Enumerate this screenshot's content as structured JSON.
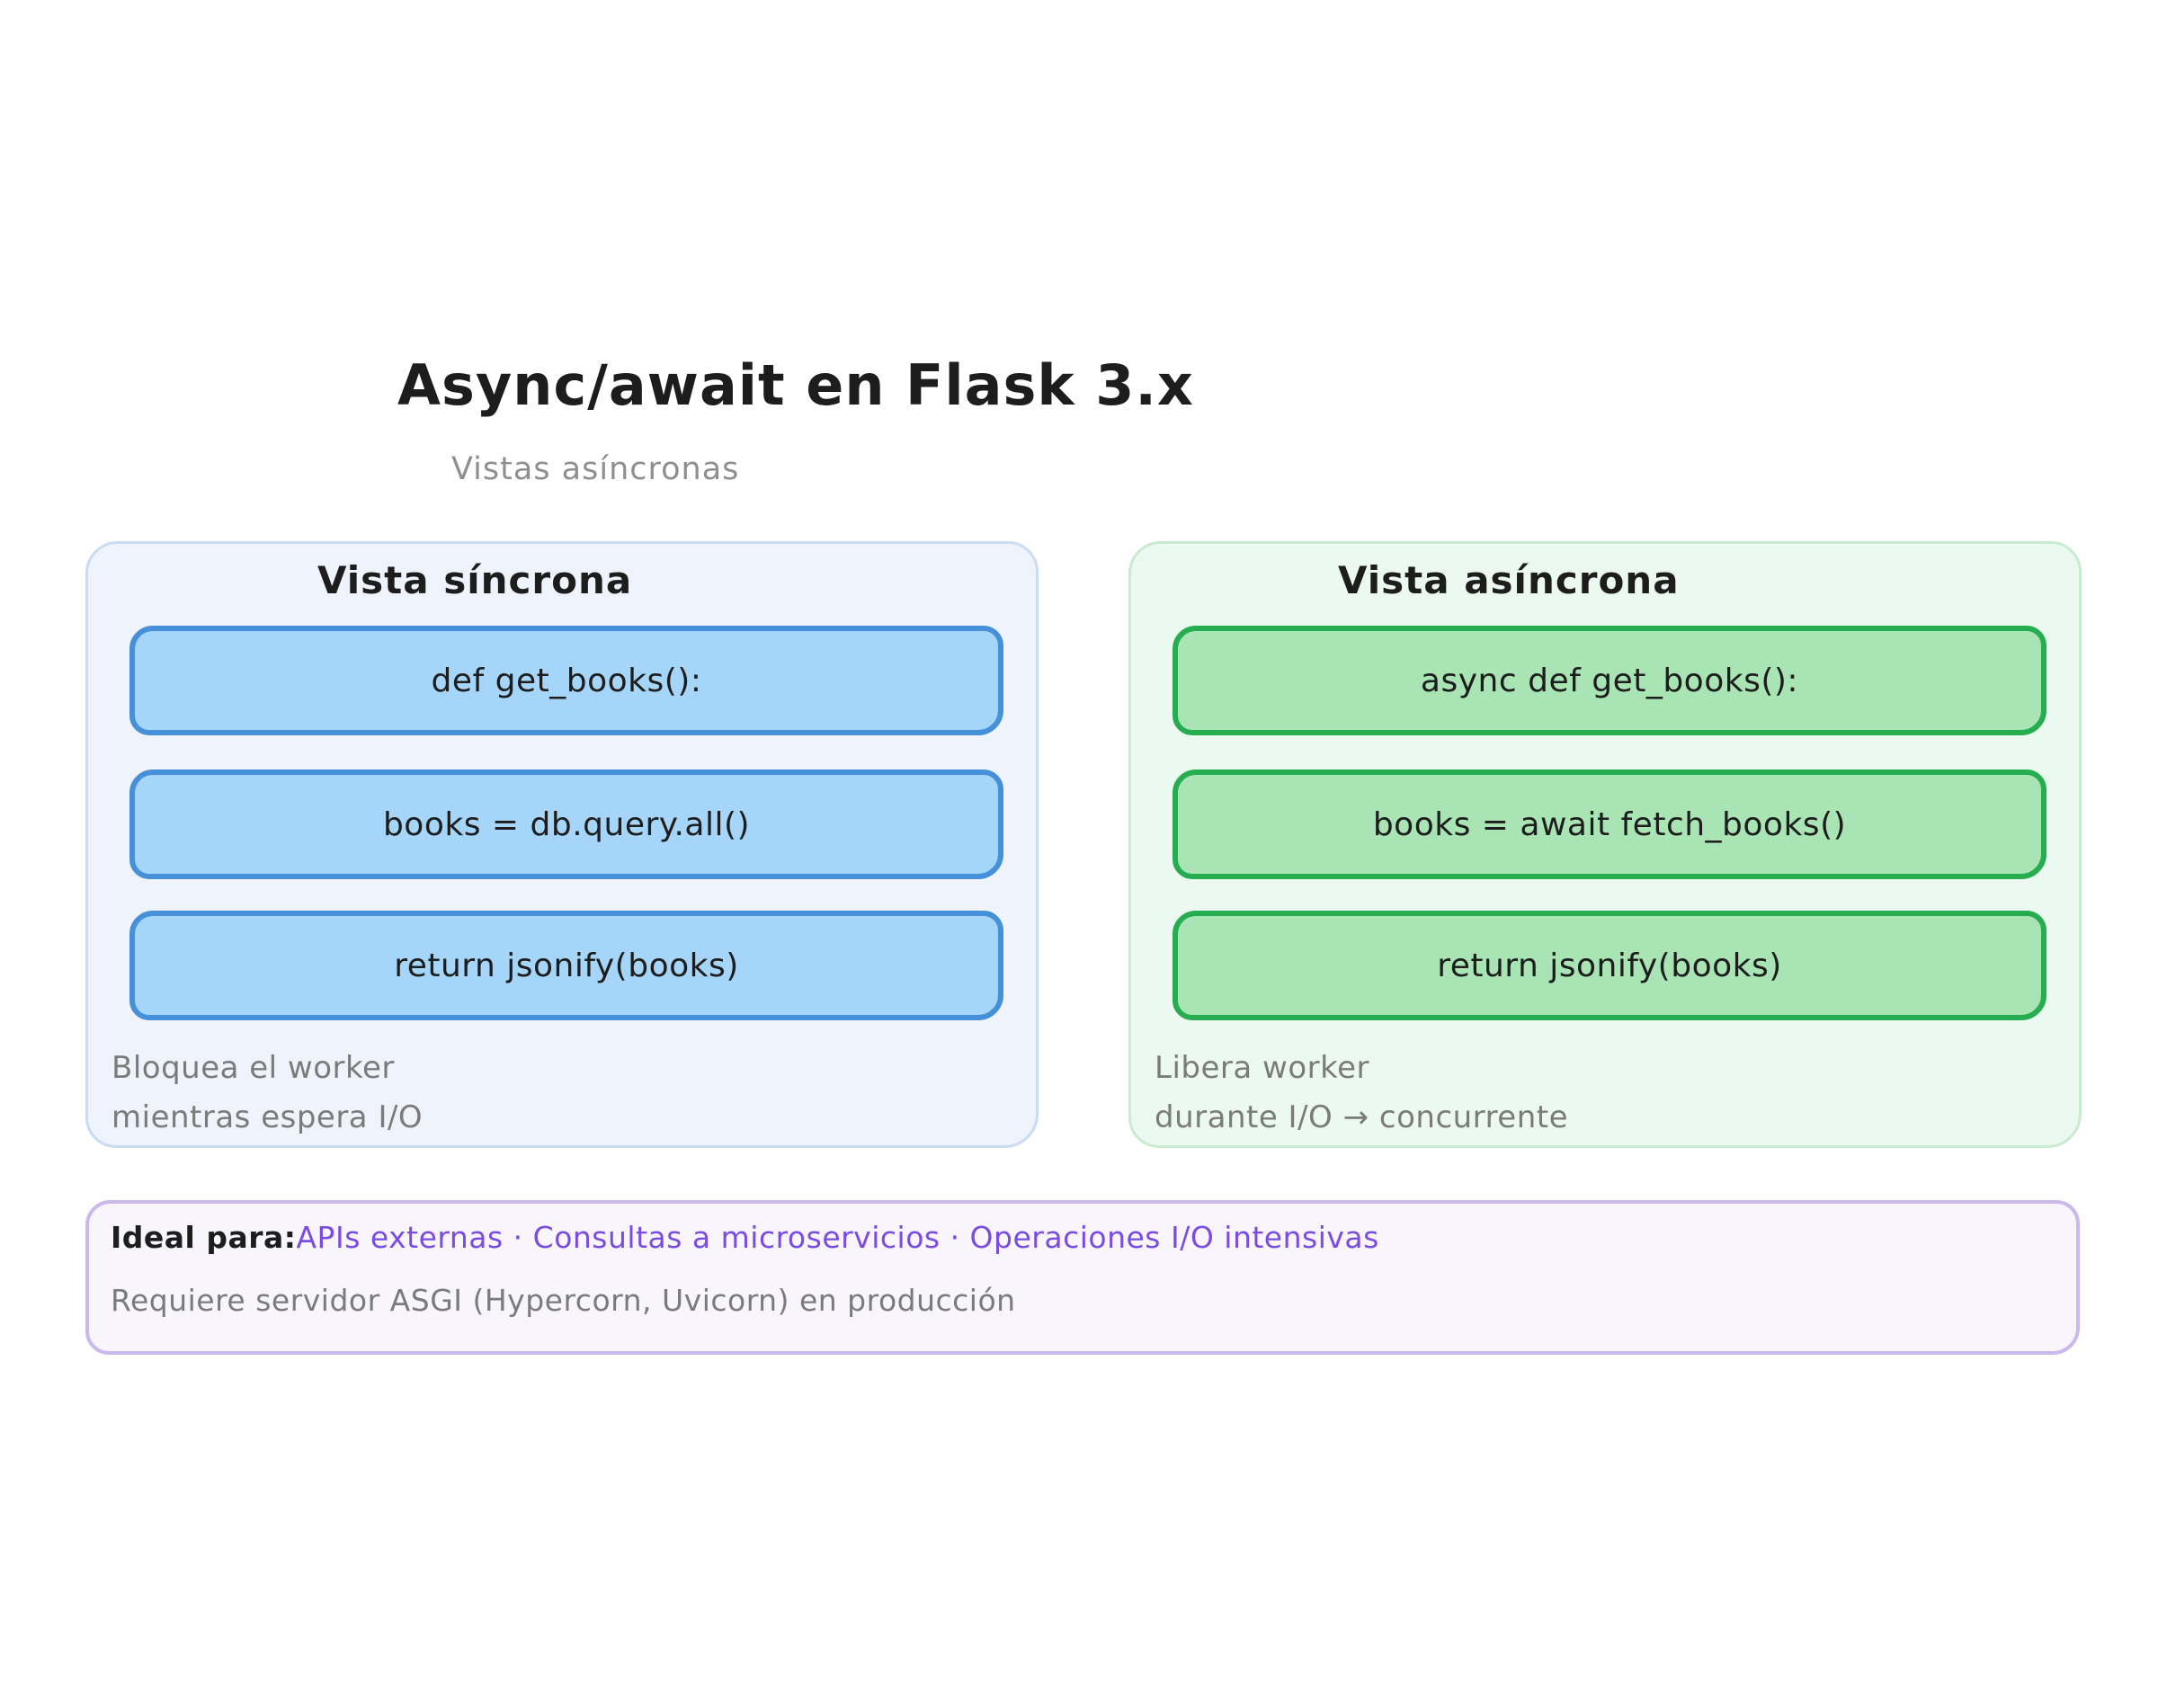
{
  "title": "Async/await en Flask 3.x",
  "subtitle": "Vistas asíncronas",
  "panels": [
    {
      "id": "sync",
      "header": "Vista síncrona",
      "boxes": [
        "def get_books():",
        "books = db.query.all()",
        "return jsonify(books)"
      ],
      "caption": [
        "Bloquea el worker",
        "mientras espera I/O"
      ]
    },
    {
      "id": "async",
      "header": "Vista asíncrona",
      "boxes": [
        "async def get_books():",
        "books = await fetch_books()",
        "return jsonify(books)"
      ],
      "caption": [
        "Libera worker",
        "durante I/O → concurrente"
      ]
    }
  ],
  "footer": {
    "label": "Ideal para:",
    "highlight": "APIs externas · Consultas a microservicios · Operaciones I/O intensivas",
    "note": "Requiere servidor ASGI (Hypercorn, Uvicorn) en producción"
  },
  "colors": {
    "blue_box_fill": "#a5d5f8",
    "blue_box_border": "#4590d8",
    "blue_panel_fill": "#eff3fb",
    "blue_panel_border": "#c9dcf3",
    "green_box_fill": "#a9e5b4",
    "green_box_border": "#25ad4f",
    "green_panel_fill": "#ebf9f0",
    "green_panel_border": "#c8eccf",
    "purple_fill": "#f8f5fd",
    "purple_border": "#cbb9ee",
    "purple_text": "#7b4ce1",
    "text_black": "#1d1d1d",
    "text_gray": "#7b7b7b",
    "subtitle_gray": "#8f8f8f"
  }
}
